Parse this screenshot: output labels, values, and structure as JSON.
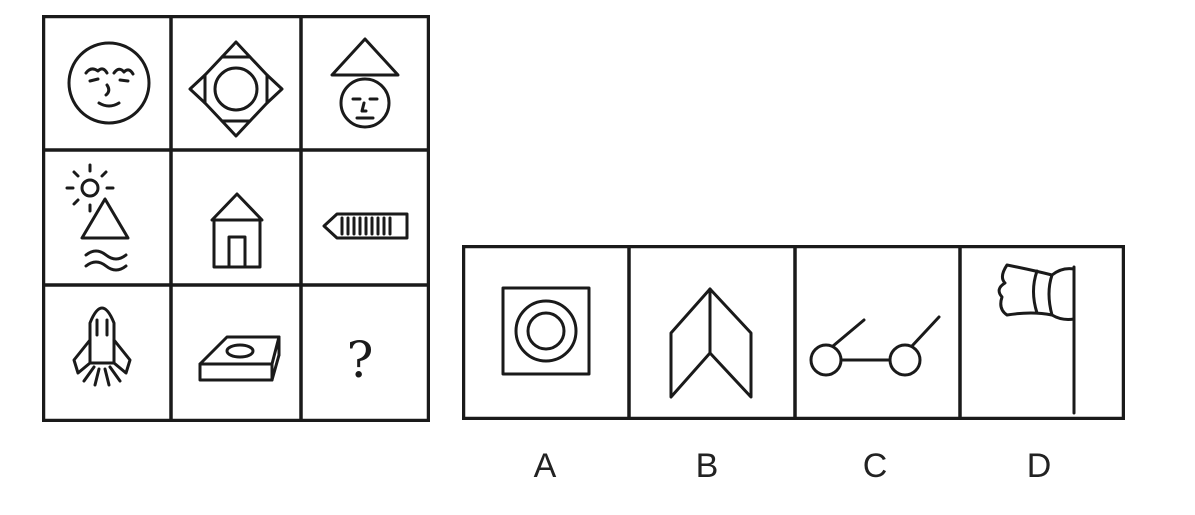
{
  "puzzle": {
    "grid_rows": 3,
    "grid_cols": 3,
    "cells": [
      {
        "icon": "sun-face-icon"
      },
      {
        "icon": "circle-with-four-triangles-icon"
      },
      {
        "icon": "face-with-triangle-hat-icon"
      },
      {
        "icon": "sun-mountain-water-icon"
      },
      {
        "icon": "house-icon"
      },
      {
        "icon": "pencil-icon"
      },
      {
        "icon": "rocket-icon"
      },
      {
        "icon": "box-with-oval-icon"
      },
      {
        "icon": "question-mark",
        "text": "?"
      }
    ]
  },
  "options": [
    {
      "label": "A",
      "icon": "concentric-circles-in-square-icon"
    },
    {
      "label": "B",
      "icon": "open-book-chevron-icon"
    },
    {
      "label": "C",
      "icon": "glasses-icon"
    },
    {
      "label": "D",
      "icon": "flag-icon"
    }
  ]
}
